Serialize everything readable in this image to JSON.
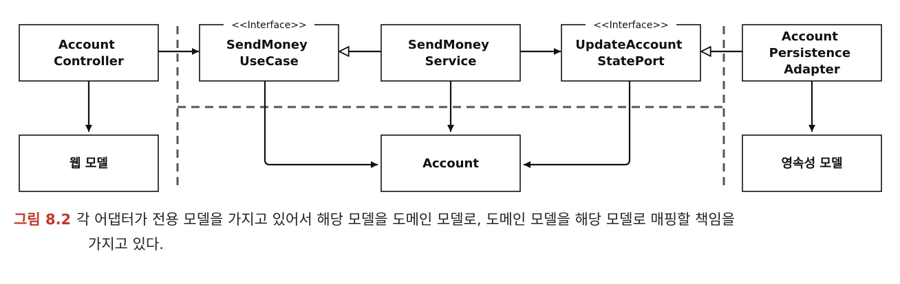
{
  "boxes": {
    "account_controller": {
      "lines": [
        "Account",
        "Controller"
      ]
    },
    "sendmoney_usecase": {
      "stereotype": "<<Interface>>",
      "lines": [
        "SendMoney",
        "UseCase"
      ]
    },
    "sendmoney_service": {
      "lines": [
        "SendMoney",
        "Service"
      ]
    },
    "update_account_state_port": {
      "stereotype": "<<Interface>>",
      "lines": [
        "UpdateAccount",
        "StatePort"
      ]
    },
    "account_persistence_adapter": {
      "lines": [
        "Account",
        "Persistence",
        "Adapter"
      ]
    },
    "web_model": {
      "lines": [
        "웹 모델"
      ]
    },
    "account": {
      "lines": [
        "Account"
      ]
    },
    "persistence_model": {
      "lines": [
        "영속성 모델"
      ]
    }
  },
  "caption": {
    "figure_number": "그림 8.2",
    "text_line1": "각 어댑터가 전용 모델을 가지고 있어서 해당 모델을 도메인 모델로, 도메인 모델을 해당 모델로 매핑할 책임을",
    "text_line2": "가지고 있다."
  },
  "colors": {
    "line": "#111111",
    "dashed": "#555555",
    "figure_number": "#c0392b"
  }
}
